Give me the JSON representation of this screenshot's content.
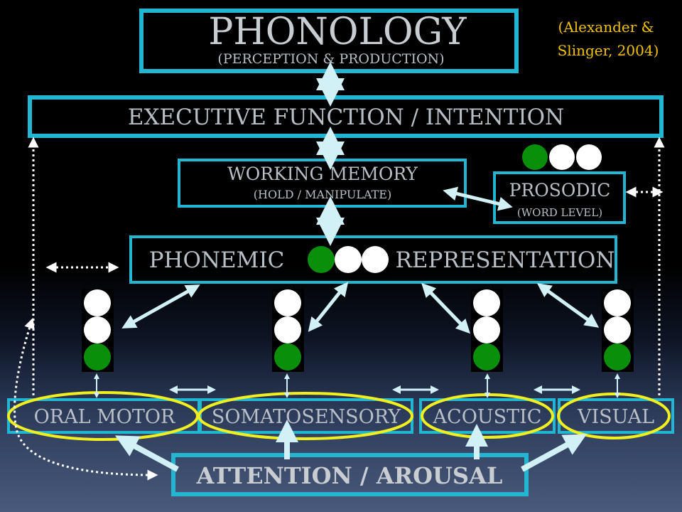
{
  "diagram": {
    "title": "PHONOLOGY",
    "subtitle": "(PERCEPTION & PRODUCTION)",
    "citation": {
      "line1": "(Alexander &",
      "line2": "Slinger, 2004)"
    },
    "executive": "EXECUTIVE FUNCTION  /  INTENTION",
    "working_memory": {
      "label": "WORKING  MEMORY",
      "sub": "(HOLD / MANIPULATE)"
    },
    "prosodic": {
      "label": "PROSODIC",
      "sub": "(WORD LEVEL)"
    },
    "phonemic": {
      "left": "PHONEMIC",
      "right": "REPRESENTATION"
    },
    "modalities": {
      "oral_motor": "ORAL MOTOR",
      "somatosensory": "SOMATOSENSORY",
      "acoustic": "ACOUSTIC",
      "visual": "VISUAL"
    },
    "attention": "ATTENTION  /  AROUSAL",
    "colors": {
      "box_border": "#23b6d2",
      "text": "#b9bfc6",
      "citation": "#f2c200",
      "ring": "#f0f020",
      "active_light": "#0a8f0a",
      "inactive_light": "#ffffff",
      "arrow": "#d2f1f6"
    }
  }
}
